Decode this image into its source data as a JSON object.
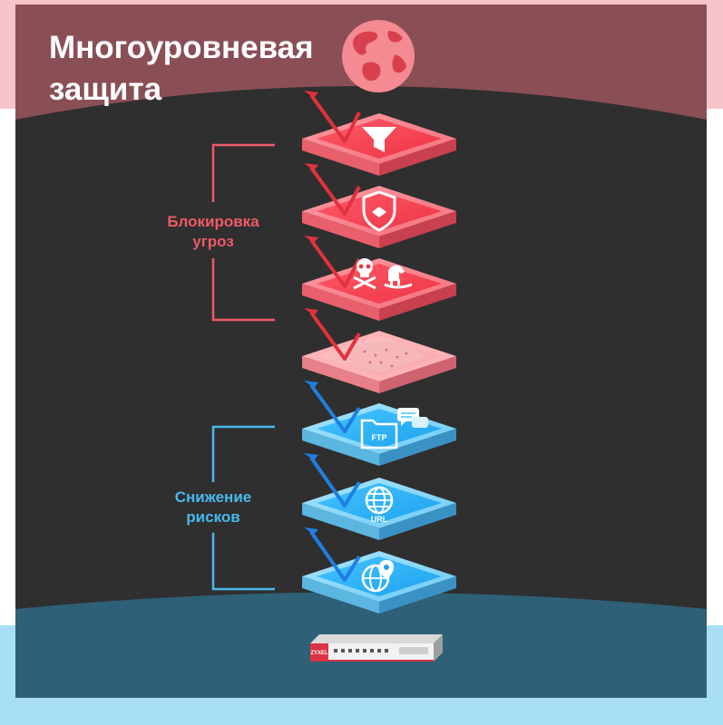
{
  "title": {
    "line1": "Многоуровневая",
    "line2": "защита"
  },
  "groups": {
    "threat_blocking": {
      "line1": "Блокировка",
      "line2": "угроз",
      "color": "#ef5a66"
    },
    "risk_reduction": {
      "line1": "Снижение",
      "line2": "рисков",
      "color": "#49b8ec"
    }
  },
  "layers": [
    {
      "name": "content-filter",
      "icon": "funnel-icon",
      "tone": "red"
    },
    {
      "name": "threat-protection",
      "icon": "shield-icon",
      "tone": "red"
    },
    {
      "name": "anti-malware",
      "icon": "skull-crossbones-icon",
      "icon2": "trojan-horse-icon",
      "tone": "red"
    },
    {
      "name": "sandbox",
      "icon": "sand-icon",
      "tone": "pink"
    },
    {
      "name": "app-control",
      "icon": "folder-icon",
      "icon2": "chat-bubbles-icon",
      "label": "FTP",
      "tone": "blue"
    },
    {
      "name": "url-filter",
      "icon": "globe-icon",
      "label": "URL",
      "tone": "blue"
    },
    {
      "name": "geo-ip",
      "icon": "globe-pin-icon",
      "tone": "blue"
    }
  ],
  "device": {
    "brand": "ZYXEL",
    "icon": "firewall-appliance-icon"
  },
  "colors": {
    "background_dark": "#2f2f2f",
    "top_band": "#8a4f55",
    "bottom_band": "#2e6078",
    "red": "#ef5a66",
    "blue": "#49b8ec",
    "arrow_red": "#e2323f",
    "arrow_blue": "#1f7fe0"
  }
}
